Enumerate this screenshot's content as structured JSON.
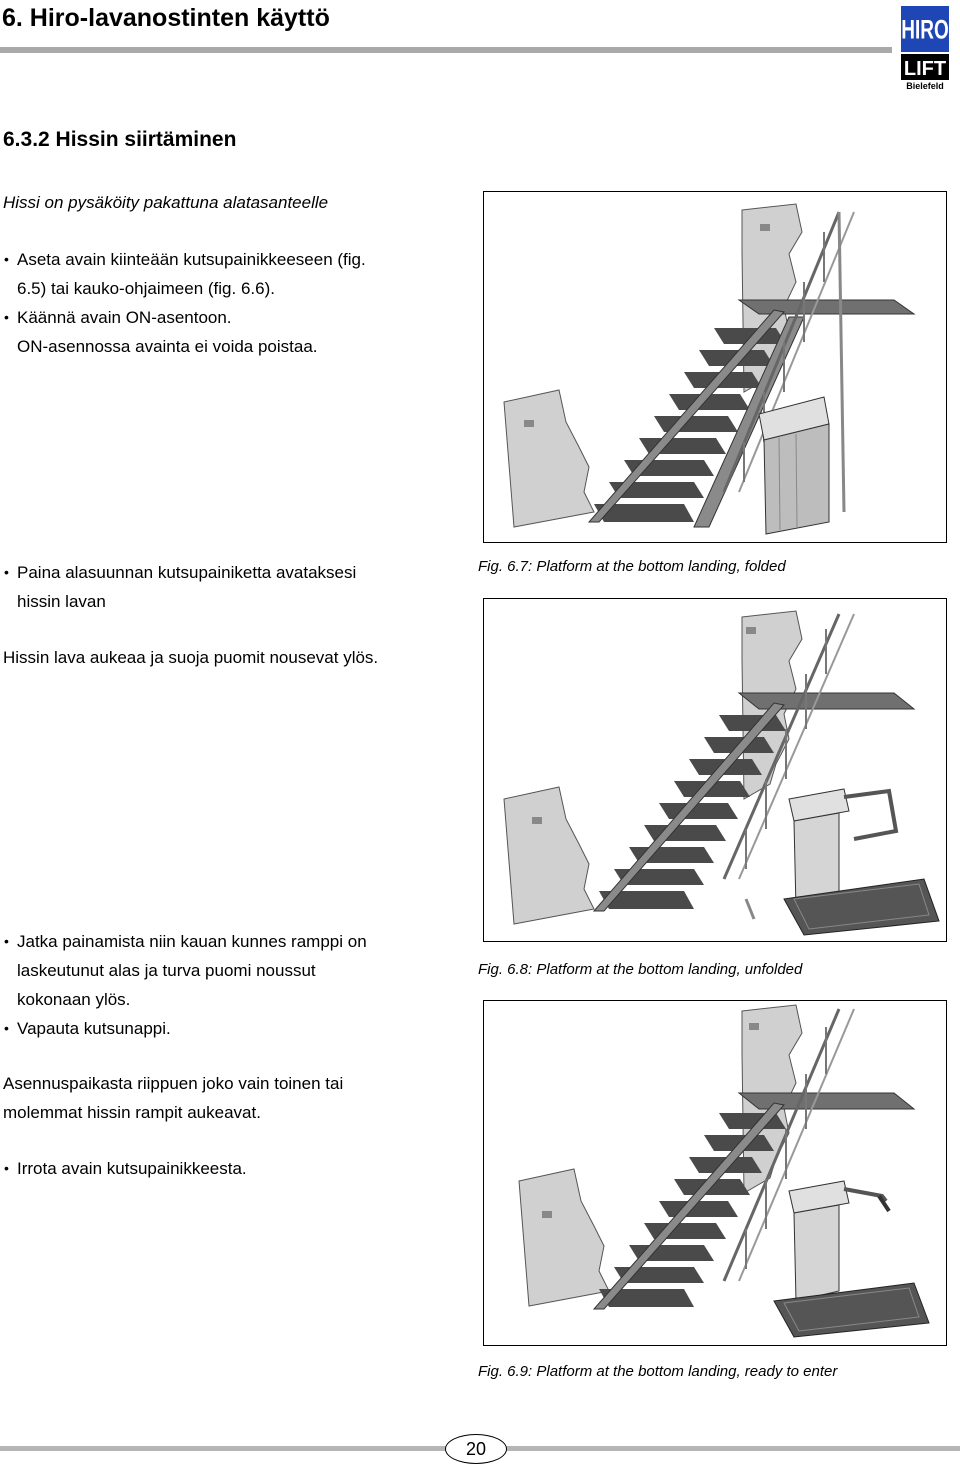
{
  "header": {
    "chapter_title": "6.   Hiro-lavanostinten käyttö",
    "logo": {
      "line1": "HIRO",
      "line2": "LIFT",
      "line3": "Bielefeld",
      "color": "#1e46b4"
    }
  },
  "section_title": "6.3.2  Hissin siirtäminen",
  "intro": "Hissi on pysäköity pakattuna alatasanteelle",
  "steps1": [
    {
      "lines": [
        "Aseta avain kiinteään kutsupainikkeeseen (fig.",
        "6.5) tai kauko-ohjaimeen (fig. 6.6)."
      ]
    },
    {
      "lines": [
        "Käännä avain ON-asentoon.",
        "ON-asennossa avainta ei voida poistaa."
      ]
    }
  ],
  "steps2": [
    {
      "lines": [
        "Paina alasuunnan kutsupainiketta avataksesi",
        "hissin lavan"
      ]
    }
  ],
  "result1": "Hissin lava aukeaa ja suoja puomit nousevat ylös.",
  "steps3": [
    {
      "lines": [
        "Jatka painamista niin kauan kunnes ramppi on",
        "laskeutunut alas ja turva puomi noussut",
        "kokonaan ylös."
      ]
    },
    {
      "lines": [
        "Vapauta kutsunappi."
      ]
    }
  ],
  "note": [
    "Asennuspaikasta riippuen joko vain toinen tai",
    "molemmat hissin rampit aukeavat."
  ],
  "steps4": [
    {
      "lines": [
        "Irrota avain kutsupainikkeesta."
      ]
    }
  ],
  "figures": [
    {
      "caption": "Fig. 6.7: Platform at the bottom landing, folded",
      "state": "folded"
    },
    {
      "caption": "Fig. 6.8: Platform at the bottom landing, unfolded",
      "state": "unfolded"
    },
    {
      "caption": "Fig. 6.9: Platform at the bottom landing, ready to enter",
      "state": "ready"
    }
  ],
  "page_number": "20"
}
